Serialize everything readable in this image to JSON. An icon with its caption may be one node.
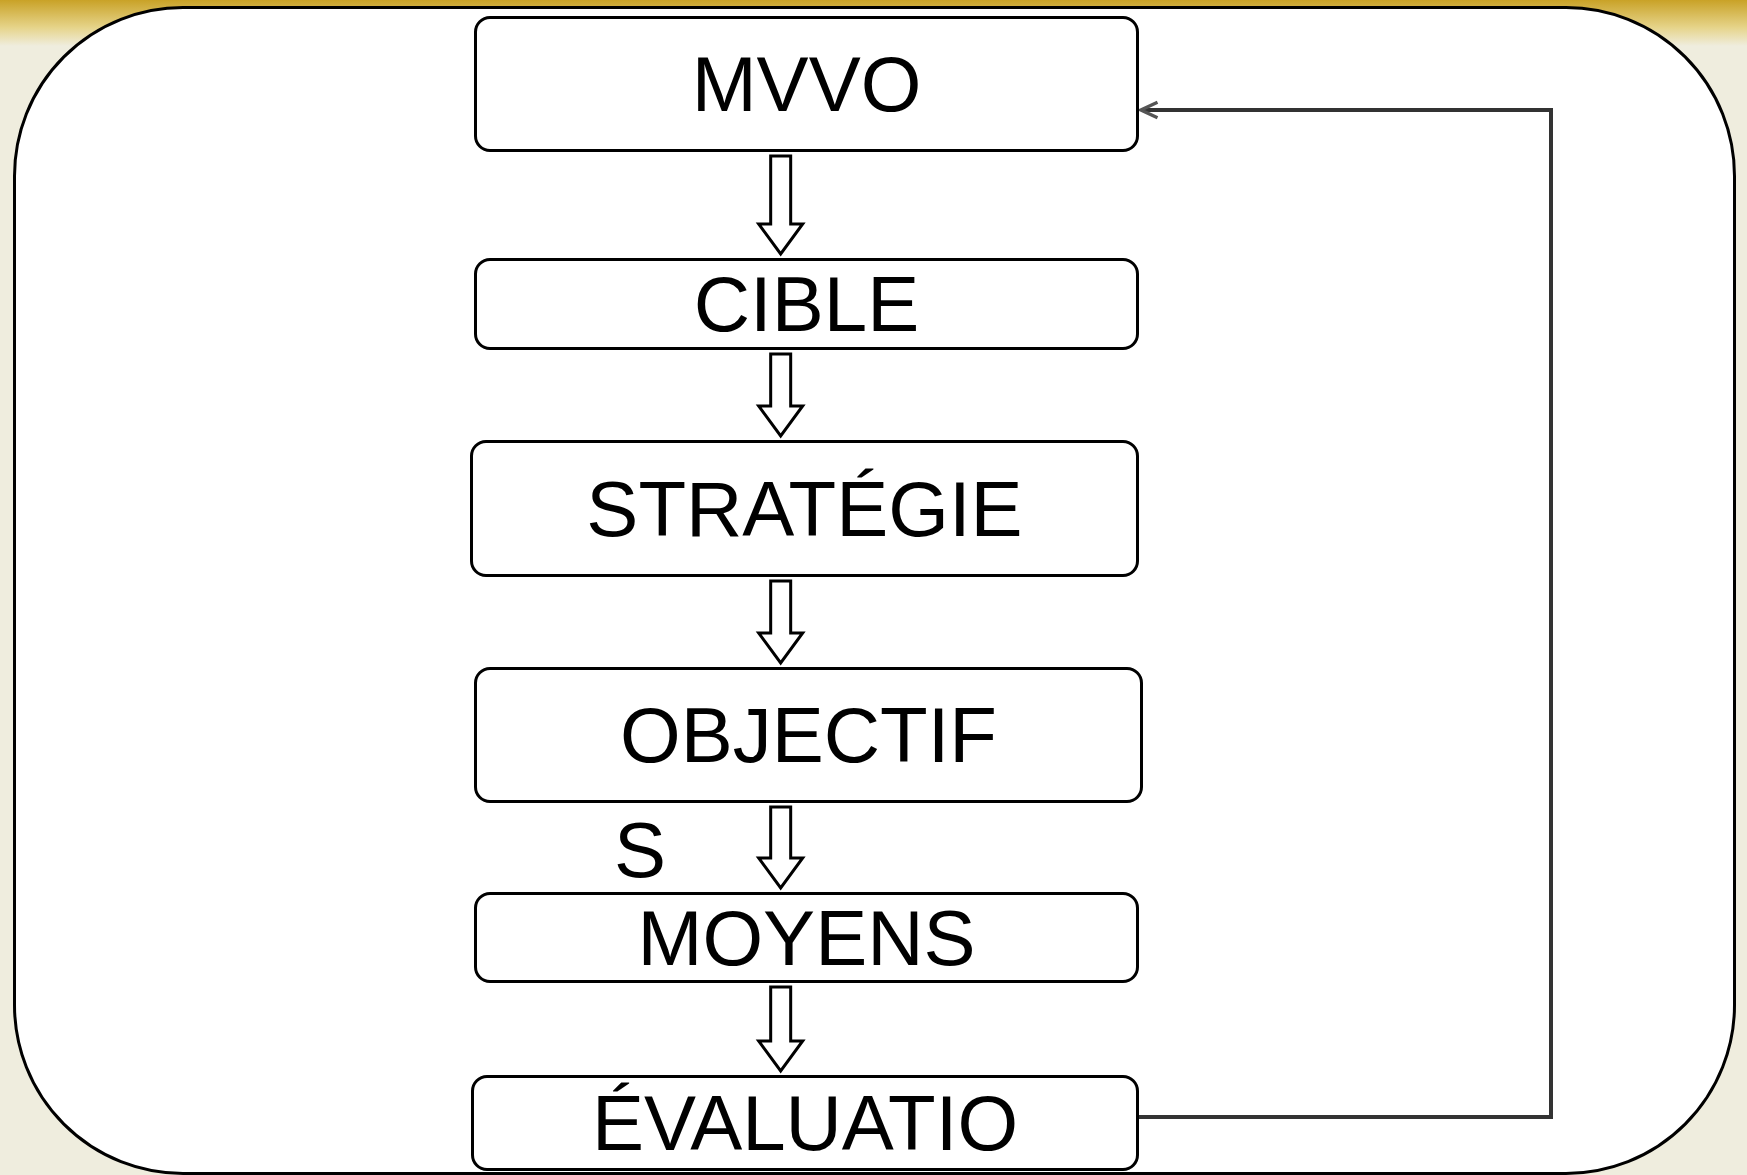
{
  "diagram": {
    "nodes": [
      {
        "text": [],
        "shape": "box"
      },
      {
        "text": [
          "MVVO"
        ],
        "in": 0
      },
      {
        "text": [
          "CIBLE"
        ],
        "in": 0
      },
      {
        "text": [
          "STRATÉGIE"
        ],
        "in": 0
      },
      {
        "text": [
          "OBJECTIF"
        ],
        "in": 0,
        "beside": [
          "S"
        ]
      },
      {
        "text": [
          "MOYENS"
        ],
        "in": 0
      },
      {
        "text": [
          "ÉVALUATIO"
        ],
        "in": 0
      }
    ],
    "edges": [
      {
        "from": 1,
        "to": 2,
        "arrow": "to"
      },
      {
        "from": 2,
        "to": 3,
        "arrow": "to"
      },
      {
        "from": 3,
        "to": 4,
        "arrow": "to"
      },
      {
        "from": 4,
        "to": 5,
        "arrow": "to"
      },
      {
        "from": 5,
        "to": 6,
        "arrow": "to"
      },
      {
        "from": 6,
        "to": 1,
        "arrow": "to"
      }
    ]
  }
}
